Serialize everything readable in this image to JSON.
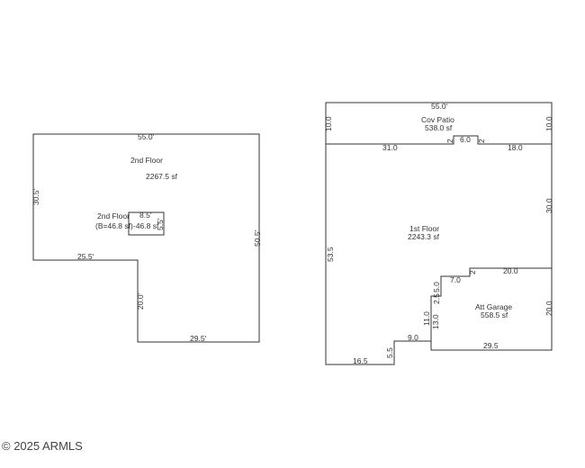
{
  "second_floor": {
    "title": "2nd Floor",
    "area": "2267.5 sf",
    "dims": {
      "top": "55.0'",
      "left": "30.5'",
      "right": "50.5'",
      "step": "25.5'",
      "inner_vertical": "20.0'",
      "bottom": "29.5'"
    },
    "cutout": {
      "title": "2nd Floor",
      "label": "(B=46.8 sf)",
      "area": "-46.8 sf",
      "width": "8.5'",
      "height": "5.5'"
    }
  },
  "first_floor": {
    "patio": {
      "title": "Cov Patio",
      "area": "538.0 sf",
      "top": "55.0'",
      "left": "10.0",
      "right": "10.0",
      "seg_left": "31.0",
      "bump_left": "2",
      "bump": "6.0",
      "bump_right": "2",
      "seg_right": "18.0"
    },
    "main": {
      "title": "1st Floor",
      "area": "2243.3 sf",
      "left": "53.5",
      "right": "30.0",
      "bottom_left": "16.5",
      "step_v": "5.5",
      "step_h": "9.0",
      "v11": "11.0",
      "v2_5": "2.5",
      "v5": "5.0",
      "h7": "7.0",
      "v2": "2"
    },
    "garage": {
      "title": "Att Garage",
      "area": "558.5 sf",
      "top": "20.0",
      "right": "20.0",
      "bottom": "29.5",
      "left": "13.0"
    }
  },
  "footer": {
    "copyright": "© 2025 ARMLS"
  }
}
